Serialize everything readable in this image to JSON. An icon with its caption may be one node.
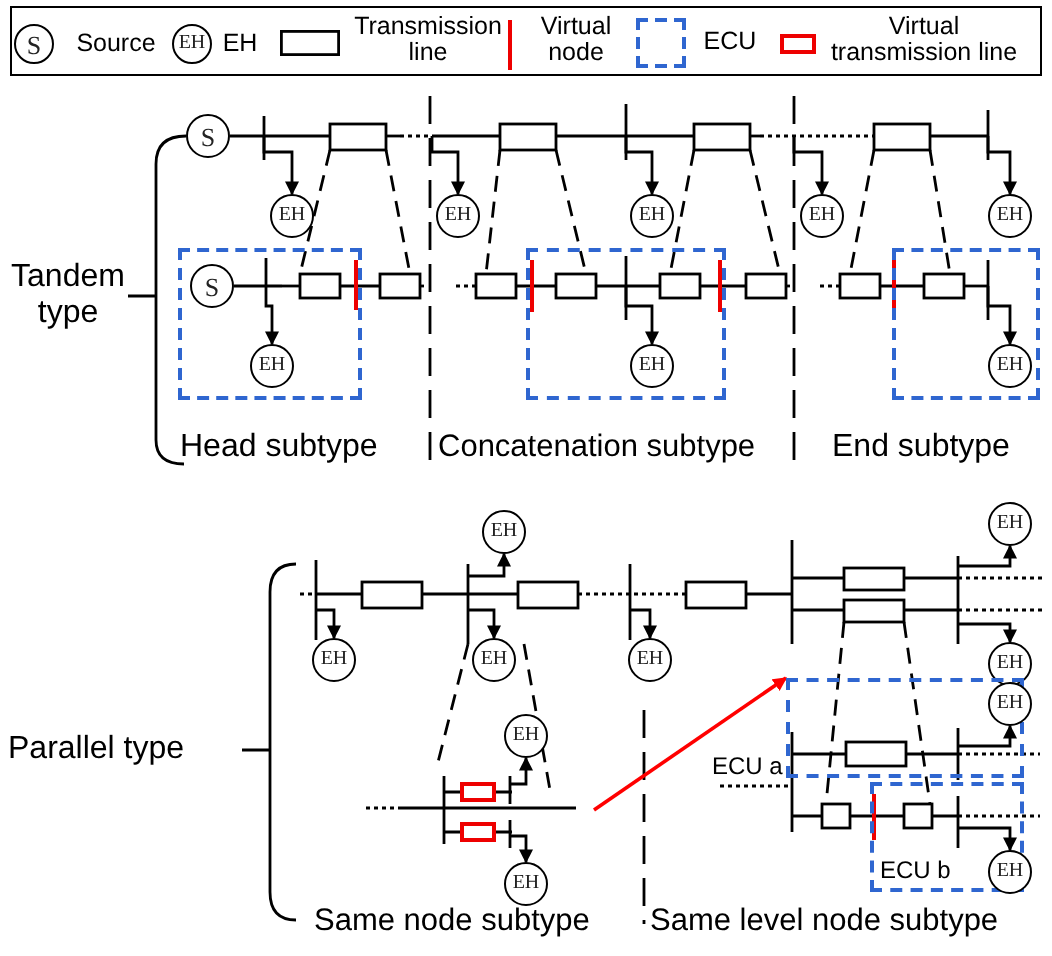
{
  "diagram": {
    "nodes": [
      {
        "text": [
          "S"
        ]
      },
      {
        "text": [
          "EH"
        ]
      },
      {
        "text": [
          "EH"
        ]
      },
      {
        "text": [
          "EH"
        ]
      },
      {
        "text": [
          "EH"
        ]
      },
      {
        "text": [
          "EH"
        ]
      },
      {
        "text": [],
        "shape": "box"
      },
      {
        "text": [
          "S"
        ],
        "in": 6
      },
      {
        "text": [
          "EH"
        ],
        "in": 6
      },
      {
        "text": [],
        "shape": "box"
      },
      {
        "text": [
          "EH"
        ],
        "in": 9
      },
      {
        "text": [],
        "shape": "box"
      },
      {
        "text": [
          "EH"
        ],
        "in": 11
      },
      {
        "text": [
          "EH"
        ]
      },
      {
        "text": [
          "EH"
        ]
      },
      {
        "text": [
          "EH"
        ]
      },
      {
        "text": [
          "EH"
        ]
      },
      {
        "text": [
          "EH"
        ]
      },
      {
        "text": [
          "EH"
        ]
      },
      {
        "text": [
          "EH"
        ]
      },
      {
        "text": [
          "EH"
        ]
      },
      {
        "text": [],
        "shape": "box",
        "beside": [
          "ECU a"
        ]
      },
      {
        "text": [
          "EH"
        ],
        "in": 21
      },
      {
        "text": [],
        "shape": "box",
        "beside": [
          "ECU b"
        ]
      },
      {
        "text": [
          "EH"
        ],
        "in": 23
      }
    ],
    "edges": [
      {
        "from": 0,
        "to": null,
        "arrow": "none"
      },
      {
        "from": 7,
        "to": null,
        "arrow": "none"
      },
      {
        "from": null,
        "to": 1,
        "arrow": "to"
      },
      {
        "from": null,
        "to": 2,
        "arrow": "to"
      },
      {
        "from": null,
        "to": 3,
        "arrow": "to"
      },
      {
        "from": null,
        "to": 4,
        "arrow": "to"
      },
      {
        "from": null,
        "to": 5,
        "arrow": "to"
      },
      {
        "from": null,
        "to": 8,
        "arrow": "to"
      },
      {
        "from": null,
        "to": 10,
        "arrow": "to"
      },
      {
        "from": null,
        "to": 12,
        "arrow": "to"
      },
      {
        "from": null,
        "to": 13,
        "arrow": "to"
      },
      {
        "from": null,
        "to": 14,
        "arrow": "to"
      },
      {
        "from": null,
        "to": 15,
        "arrow": "to"
      },
      {
        "from": null,
        "to": 16,
        "arrow": "to"
      },
      {
        "from": null,
        "to": 17,
        "arrow": "to"
      },
      {
        "from": null,
        "to": 18,
        "arrow": "to"
      },
      {
        "from": null,
        "to": 19,
        "arrow": "to"
      },
      {
        "from": null,
        "to": 20,
        "arrow": "to"
      },
      {
        "from": null,
        "to": 22,
        "arrow": "to"
      },
      {
        "from": null,
        "to": 24,
        "arrow": "to"
      },
      {
        "from": null,
        "to": 21,
        "arrow": "to",
        "color": "#ff0000"
      }
    ],
    "labels": [
      "S",
      "EH",
      "Tandem type",
      "Head subtype",
      "Concatenation subtype",
      "End subtype",
      "Parallel type",
      "Same node subtype",
      "Same level node subtype"
    ],
    "legend": [
      {
        "text": "Source"
      },
      {
        "text": "EH"
      },
      {
        "text": "Transmission line"
      },
      {
        "text": "Virtual node"
      },
      {
        "text": "ECU"
      },
      {
        "text": "Virtual transmission line"
      }
    ]
  }
}
